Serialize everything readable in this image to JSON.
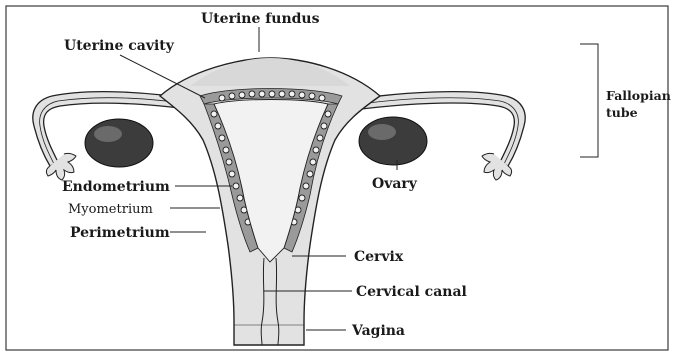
{
  "labels": {
    "uterine_fundus": "Uterine fundus",
    "uterine_cavity": "Uterine cavity",
    "fallopian_line1": "Fallopian",
    "fallopian_line2": "tube",
    "endometrium": "Endometrium",
    "myometrium": "Myometrium",
    "perimetrium": "Perimetrium",
    "ovary": "Ovary",
    "cervix": "Cervix",
    "cervical_canal": "Cervical canal",
    "vagina": "Vagina"
  },
  "colors": {
    "frame": "#3a3a3a",
    "tissue": "#e2e2e2",
    "tissue_dark": "#cfcfcf",
    "endometrium": "#9a9a9a",
    "cavity": "#f2f2f2",
    "ovary": "#3c3c3c",
    "ink": "#222222"
  }
}
